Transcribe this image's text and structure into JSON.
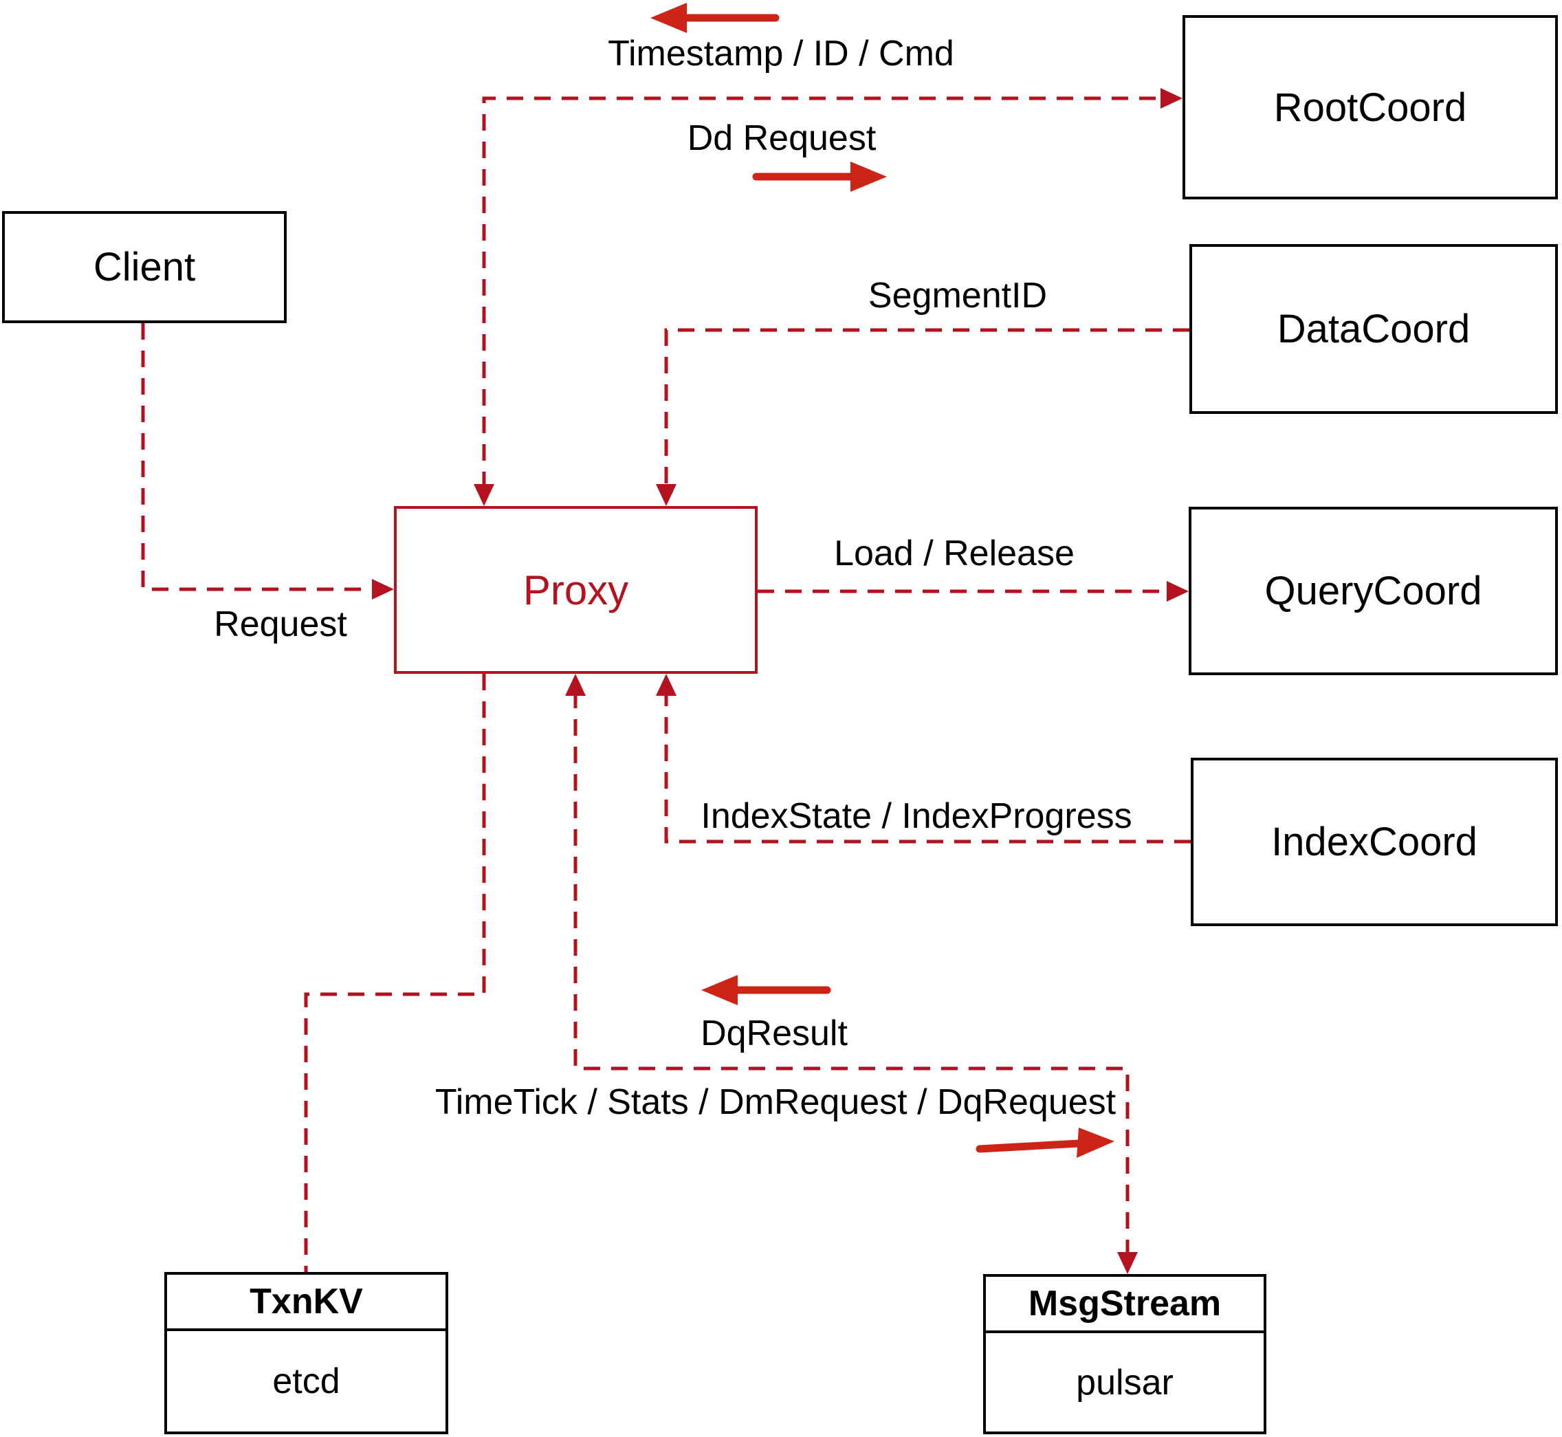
{
  "nodes": {
    "client": {
      "label": "Client"
    },
    "rootcoord": {
      "label": "RootCoord"
    },
    "datacoord": {
      "label": "DataCoord"
    },
    "querycoord": {
      "label": "QueryCoord"
    },
    "indexcoord": {
      "label": "IndexCoord"
    },
    "proxy": {
      "label": "Proxy"
    },
    "txnkv": {
      "title": "TxnKV",
      "impl": "etcd"
    },
    "msgstream": {
      "title": "MsgStream",
      "impl": "pulsar"
    }
  },
  "edges": {
    "timestamp_id_cmd": "Timestamp / ID / Cmd",
    "dd_request": "Dd Request",
    "segment_id": "SegmentID",
    "load_release": "Load / Release",
    "request": "Request",
    "index_state_progress": "IndexState / IndexProgress",
    "dq_result": "DqResult",
    "timetick_stats": "TimeTick / Stats / DmRequest / DqRequest"
  },
  "colors": {
    "connector": "#b5121f",
    "annotation_arrow": "#cd2418",
    "box_border": "#000000",
    "text": "#000000",
    "background": "#ffffff"
  }
}
